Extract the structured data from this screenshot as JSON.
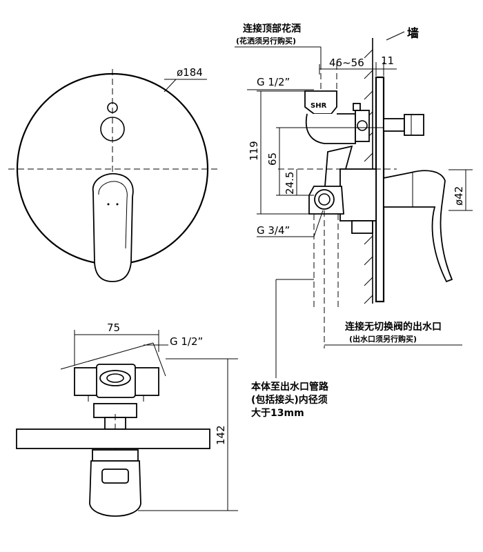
{
  "front_view": {
    "diameter_label": "ø184"
  },
  "side_view": {
    "top_outlet_title": "连接顶部花洒",
    "top_outlet_note": "(花洒须另行购买)",
    "wall_label": "墙",
    "depth_range": "46~56",
    "plate_thickness": "11",
    "inlet_thread_top": "G 1/2”",
    "inlet_thread_bottom": "G 3/4”",
    "height_total": "119",
    "height_mid": "65",
    "height_low": "24.5",
    "handle_diameter": "ø42",
    "brand_mark": "SHR",
    "lower_outlet_title": "连接无切换阀的出水口",
    "lower_outlet_note": "(出水口须另行购买)"
  },
  "bottom_view": {
    "width_label": "75",
    "thread_label": "G 1/2”",
    "height_label": "142"
  },
  "pipe_note": {
    "line1": "本体至出水口管路",
    "line2": "(包括接头)内径须",
    "line3": "大于13mm"
  }
}
